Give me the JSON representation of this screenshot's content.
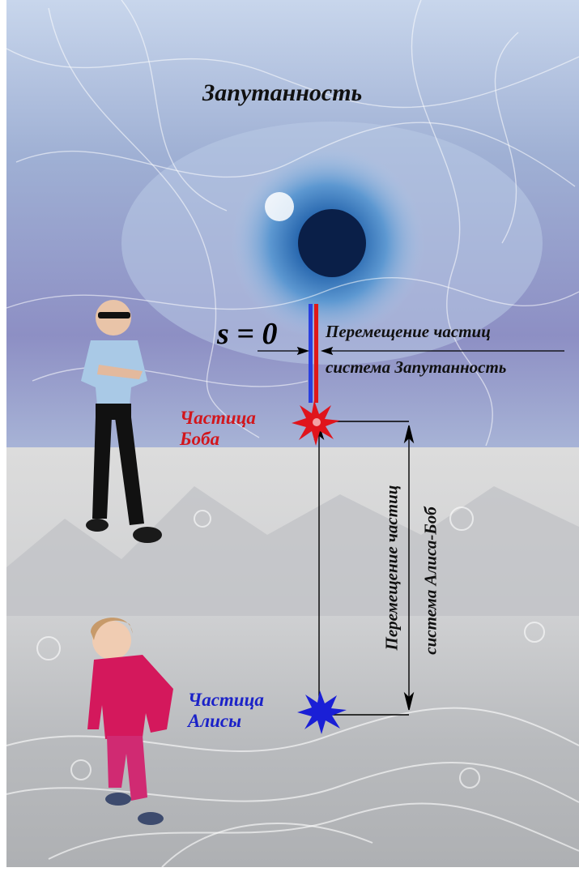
{
  "title": "Запутанность",
  "equation": "s = 0",
  "entanglement_system": {
    "line1": "Перемещение частиц",
    "line2": "система Запутанность"
  },
  "bob_particle": {
    "line1": "Частица",
    "line2": "Боба",
    "color": "#e0141c"
  },
  "alice_particle": {
    "line1": "Частица",
    "line2": "Алисы",
    "color": "#1a1fd6"
  },
  "alice_bob_system": {
    "line1": "Перемещение частиц",
    "line2": "система Алиса-Боб"
  },
  "marker_colors": {
    "blue": "#2a3fe0",
    "red": "#e01818"
  },
  "icons": [
    "bob-figure-icon",
    "alice-figure-icon",
    "eye-background-icon",
    "fog-landscape-icon",
    "red-star-burst-icon",
    "blue-star-burst-icon"
  ]
}
